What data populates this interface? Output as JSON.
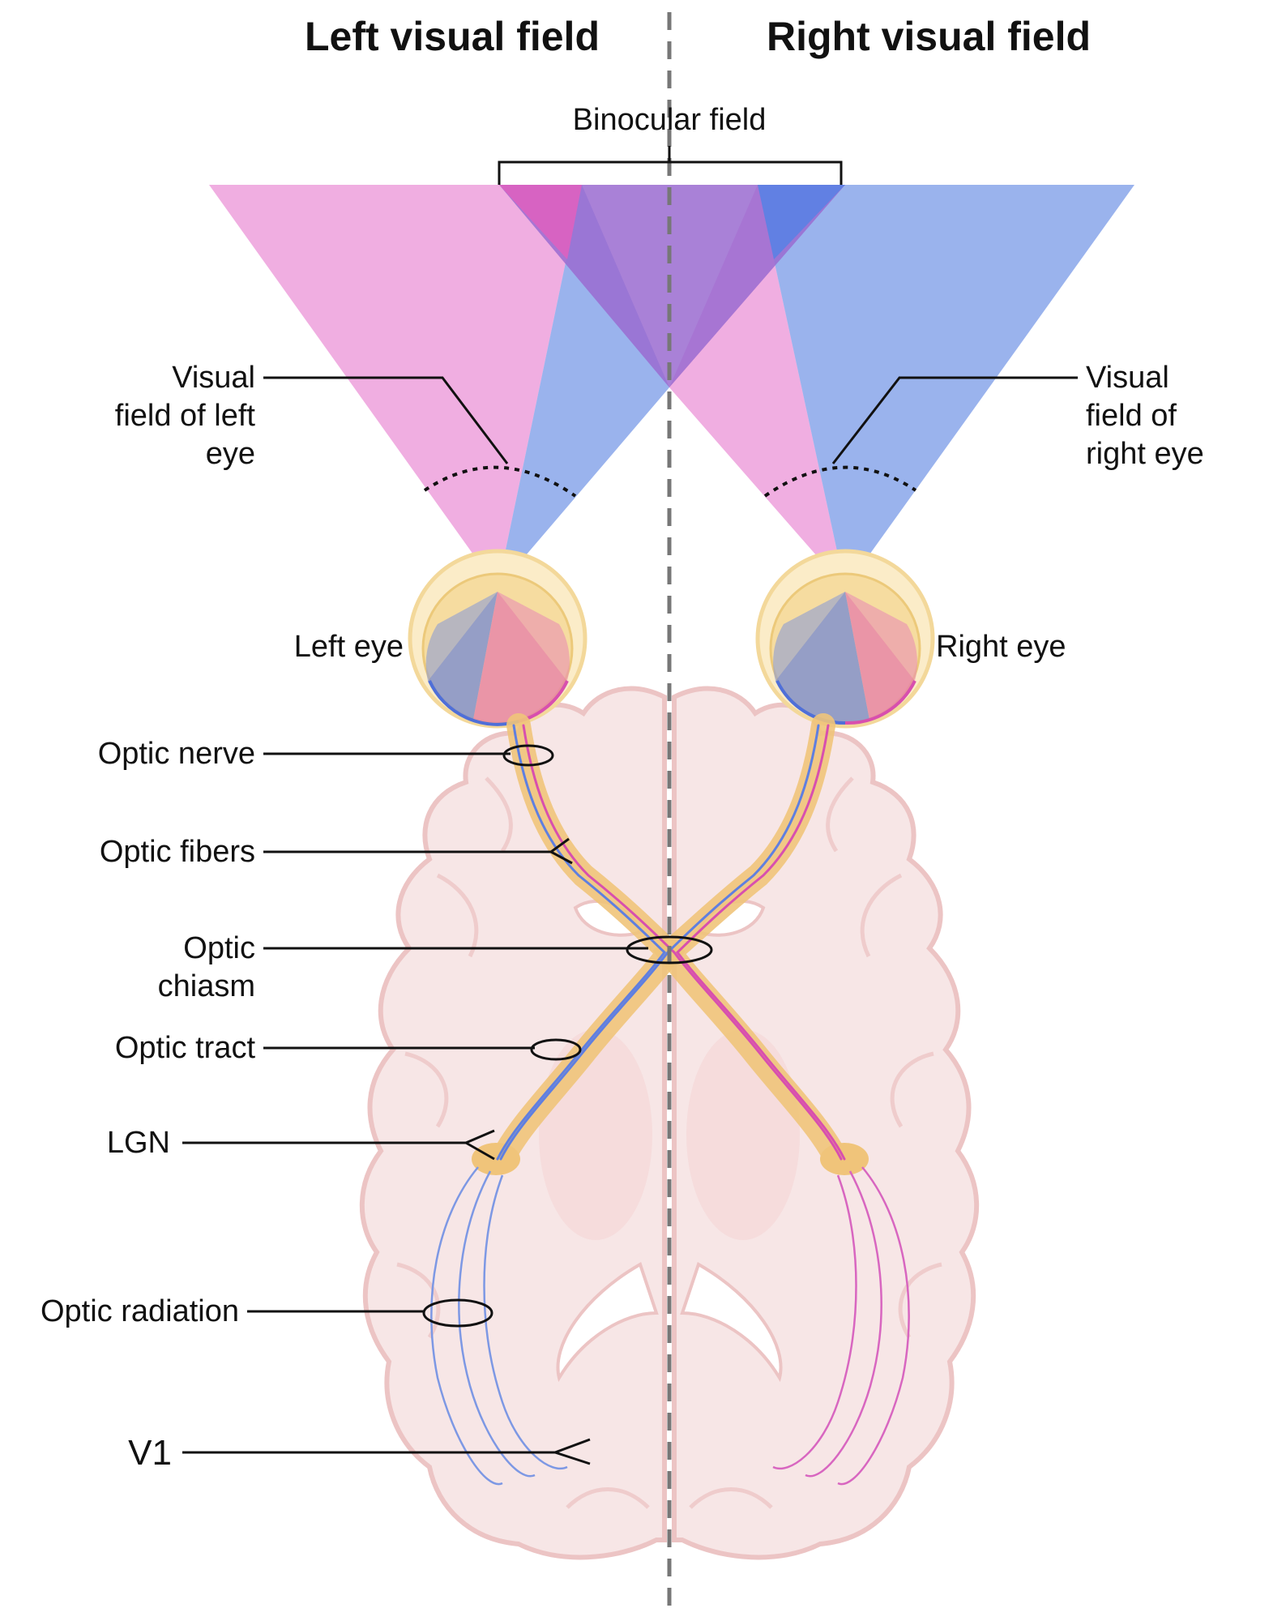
{
  "headers": {
    "left": "Left visual field",
    "right": "Right visual field"
  },
  "binocular_label": "Binocular field",
  "left_field_label": [
    "Visual",
    "field of left",
    "eye"
  ],
  "right_field_label": [
    "Visual",
    "field of",
    "right eye"
  ],
  "eyes": {
    "left": "Left eye",
    "right": "Right eye"
  },
  "structures": {
    "optic_nerve": "Optic nerve",
    "optic_fibers": "Optic fibers",
    "optic_chiasm": [
      "Optic",
      "chiasm"
    ],
    "optic_tract": "Optic tract",
    "lgn": "LGN",
    "optic_radiation": "Optic radiation",
    "v1": "V1"
  },
  "colors": {
    "left_field_pink": "#e36bc8",
    "right_field_blue": "#6f93e6",
    "overlap_purple": "#9a6bd0",
    "eye_yellow": "#f6dca0",
    "brain_pink": "#f3d3d3",
    "tract_orange": "#f0c47a"
  }
}
